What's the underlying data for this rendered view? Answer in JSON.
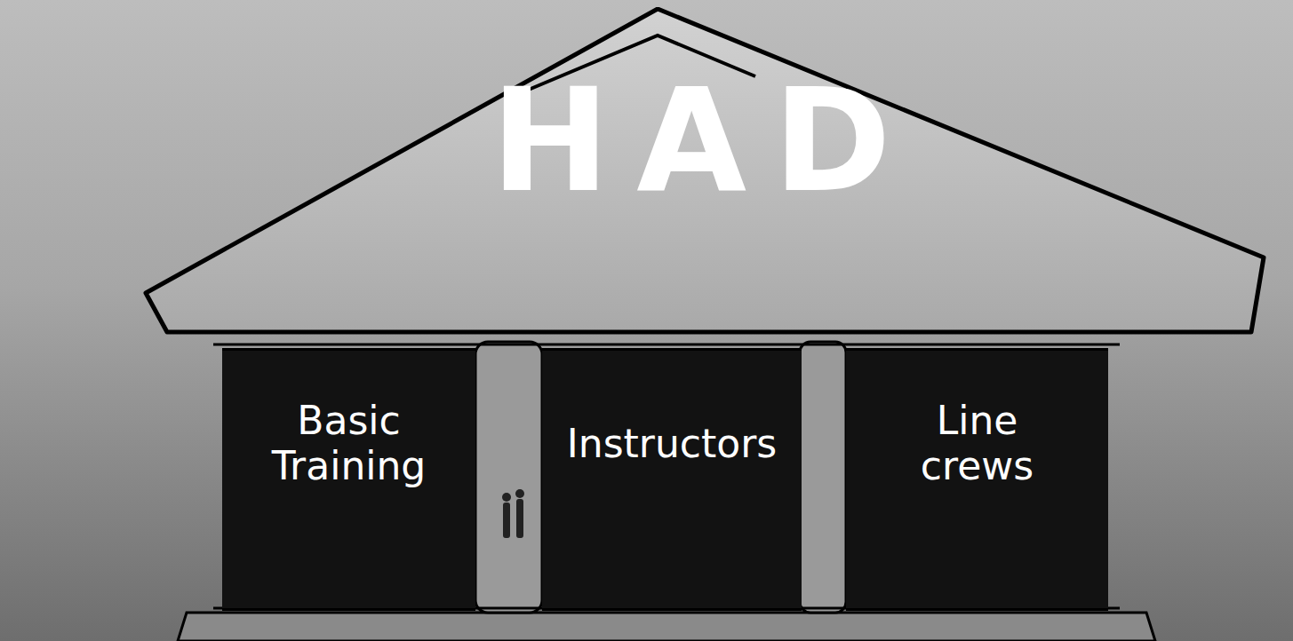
{
  "diagram": {
    "nodes": [
      {
        "text": [
          "HAD"
        ]
      },
      {
        "text": [
          "Basic Training"
        ]
      },
      {
        "text": [
          "Instructors"
        ]
      },
      {
        "text": [
          "Line crews"
        ]
      }
    ]
  }
}
